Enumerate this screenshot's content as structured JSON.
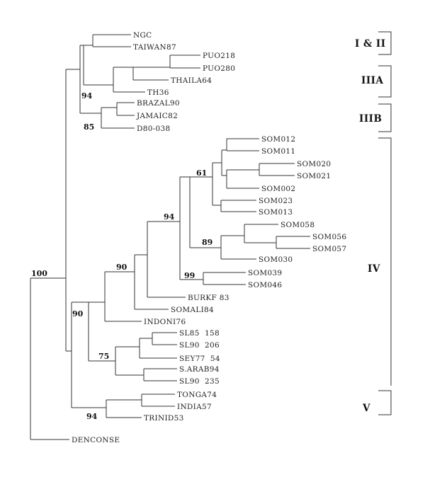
{
  "taxa": {
    "ngc": "NGC",
    "taiwan87": "TAIWAN87",
    "pu0218": "PUO218",
    "pu0280": "PUO280",
    "thaila64": "THAILA64",
    "th36": "TH36",
    "brazal90": "BRAZAL90",
    "jamaic82": "JAMAIC82",
    "d80_038": "D80-038",
    "som012": "SOM012",
    "som011": "SOM011",
    "som020": "SOM020",
    "som021": "SOM021",
    "som002": "SOM002",
    "som023": "SOM023",
    "som013": "SOM013",
    "som058": "SOM058",
    "som056": "SOM056",
    "som057": "SOM057",
    "som030": "SOM030",
    "som039": "SOM039",
    "som046": "SOM046",
    "burkf83": "BURKF 83",
    "somali84": "SOMALI84",
    "indoni76": "INDONI76",
    "sl85_158": "SL85  158",
    "sl90_206": "SL90  206",
    "sey77_54": "SEY77  54",
    "sarab94": "S.ARAB94",
    "sl90_235": "SL90  235",
    "tonga74": "TONGA74",
    "india57": "INDIA57",
    "trinid53": "TRINID53",
    "denconse": "DENCONSE"
  },
  "bootstrap": {
    "b94_iiia": "94",
    "b85_iiib": "85",
    "b61": "61",
    "b94_som": "94",
    "b89": "89",
    "b99": "99",
    "b90_iv": "90",
    "b100": "100",
    "b90_lower": "90",
    "b75": "75",
    "b94_v": "94"
  },
  "clades": {
    "i_ii": "I & II",
    "iiia": "IIIA",
    "iiib": "IIIB",
    "iv": "IV",
    "v": "V"
  }
}
